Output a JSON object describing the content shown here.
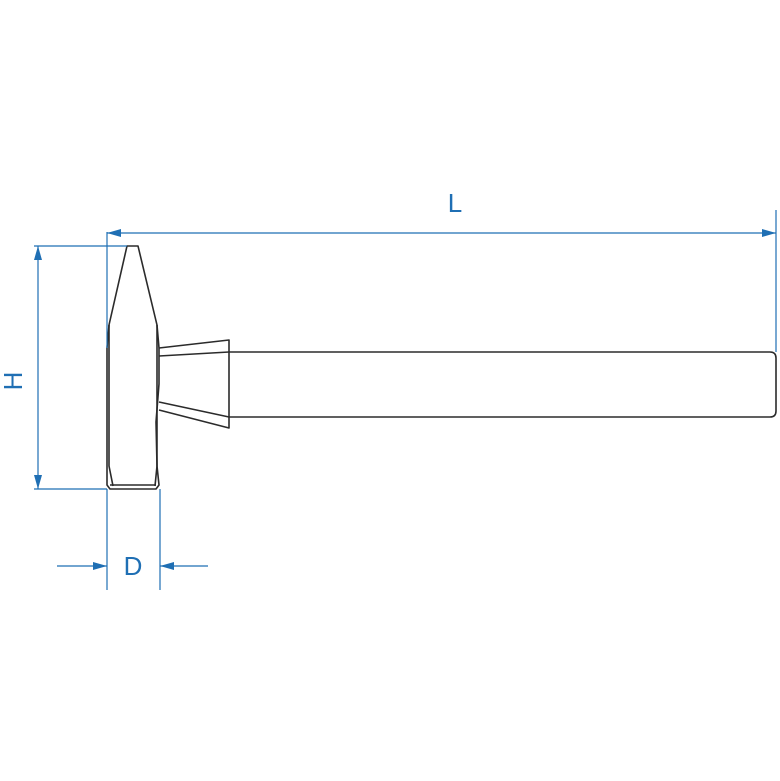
{
  "diagram": {
    "subject": "hammer",
    "dimensions": {
      "length_label": "L",
      "height_label": "H",
      "depth_label": "D"
    },
    "colors": {
      "dimension": "#1f6fb4",
      "outline": "#2b2b2b",
      "background": "#ffffff"
    }
  }
}
